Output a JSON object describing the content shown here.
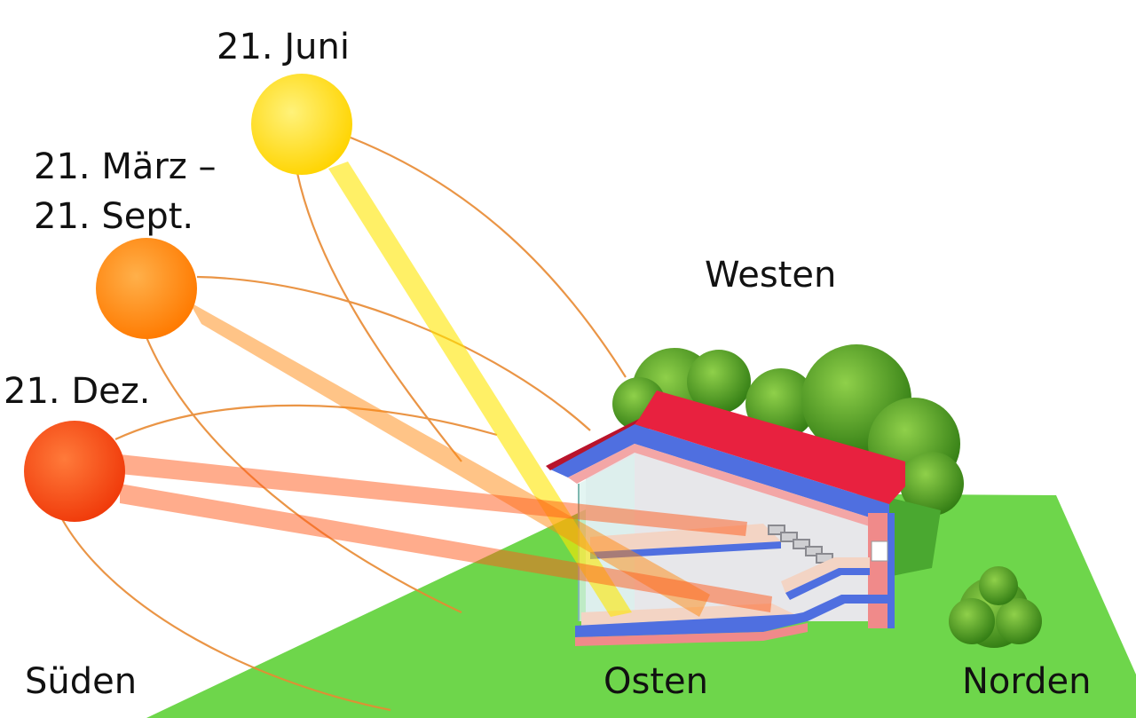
{
  "labels": {
    "june": "21. Juni",
    "equinox": "21. März –\n21. Sept.",
    "december": "21. Dez.",
    "west": "Westen",
    "south": "Süden",
    "east": "Osten",
    "north": "Norden"
  },
  "colors": {
    "sun_june": "#ffe11a",
    "sun_equinox": "#ff8a10",
    "sun_december": "#ff4a12",
    "ground": "#6ed64b",
    "roof": "#e8213f",
    "insulation": "#4f6fe0",
    "wall": "#f08a8a",
    "interior": "#e7e7ea",
    "foliage": "#4c9a22",
    "orbit_line": "#e88a32"
  },
  "icons": [
    "sun-june-icon",
    "sun-equinox-icon",
    "sun-december-icon",
    "house-icon",
    "tree-icon",
    "bush-icon"
  ]
}
